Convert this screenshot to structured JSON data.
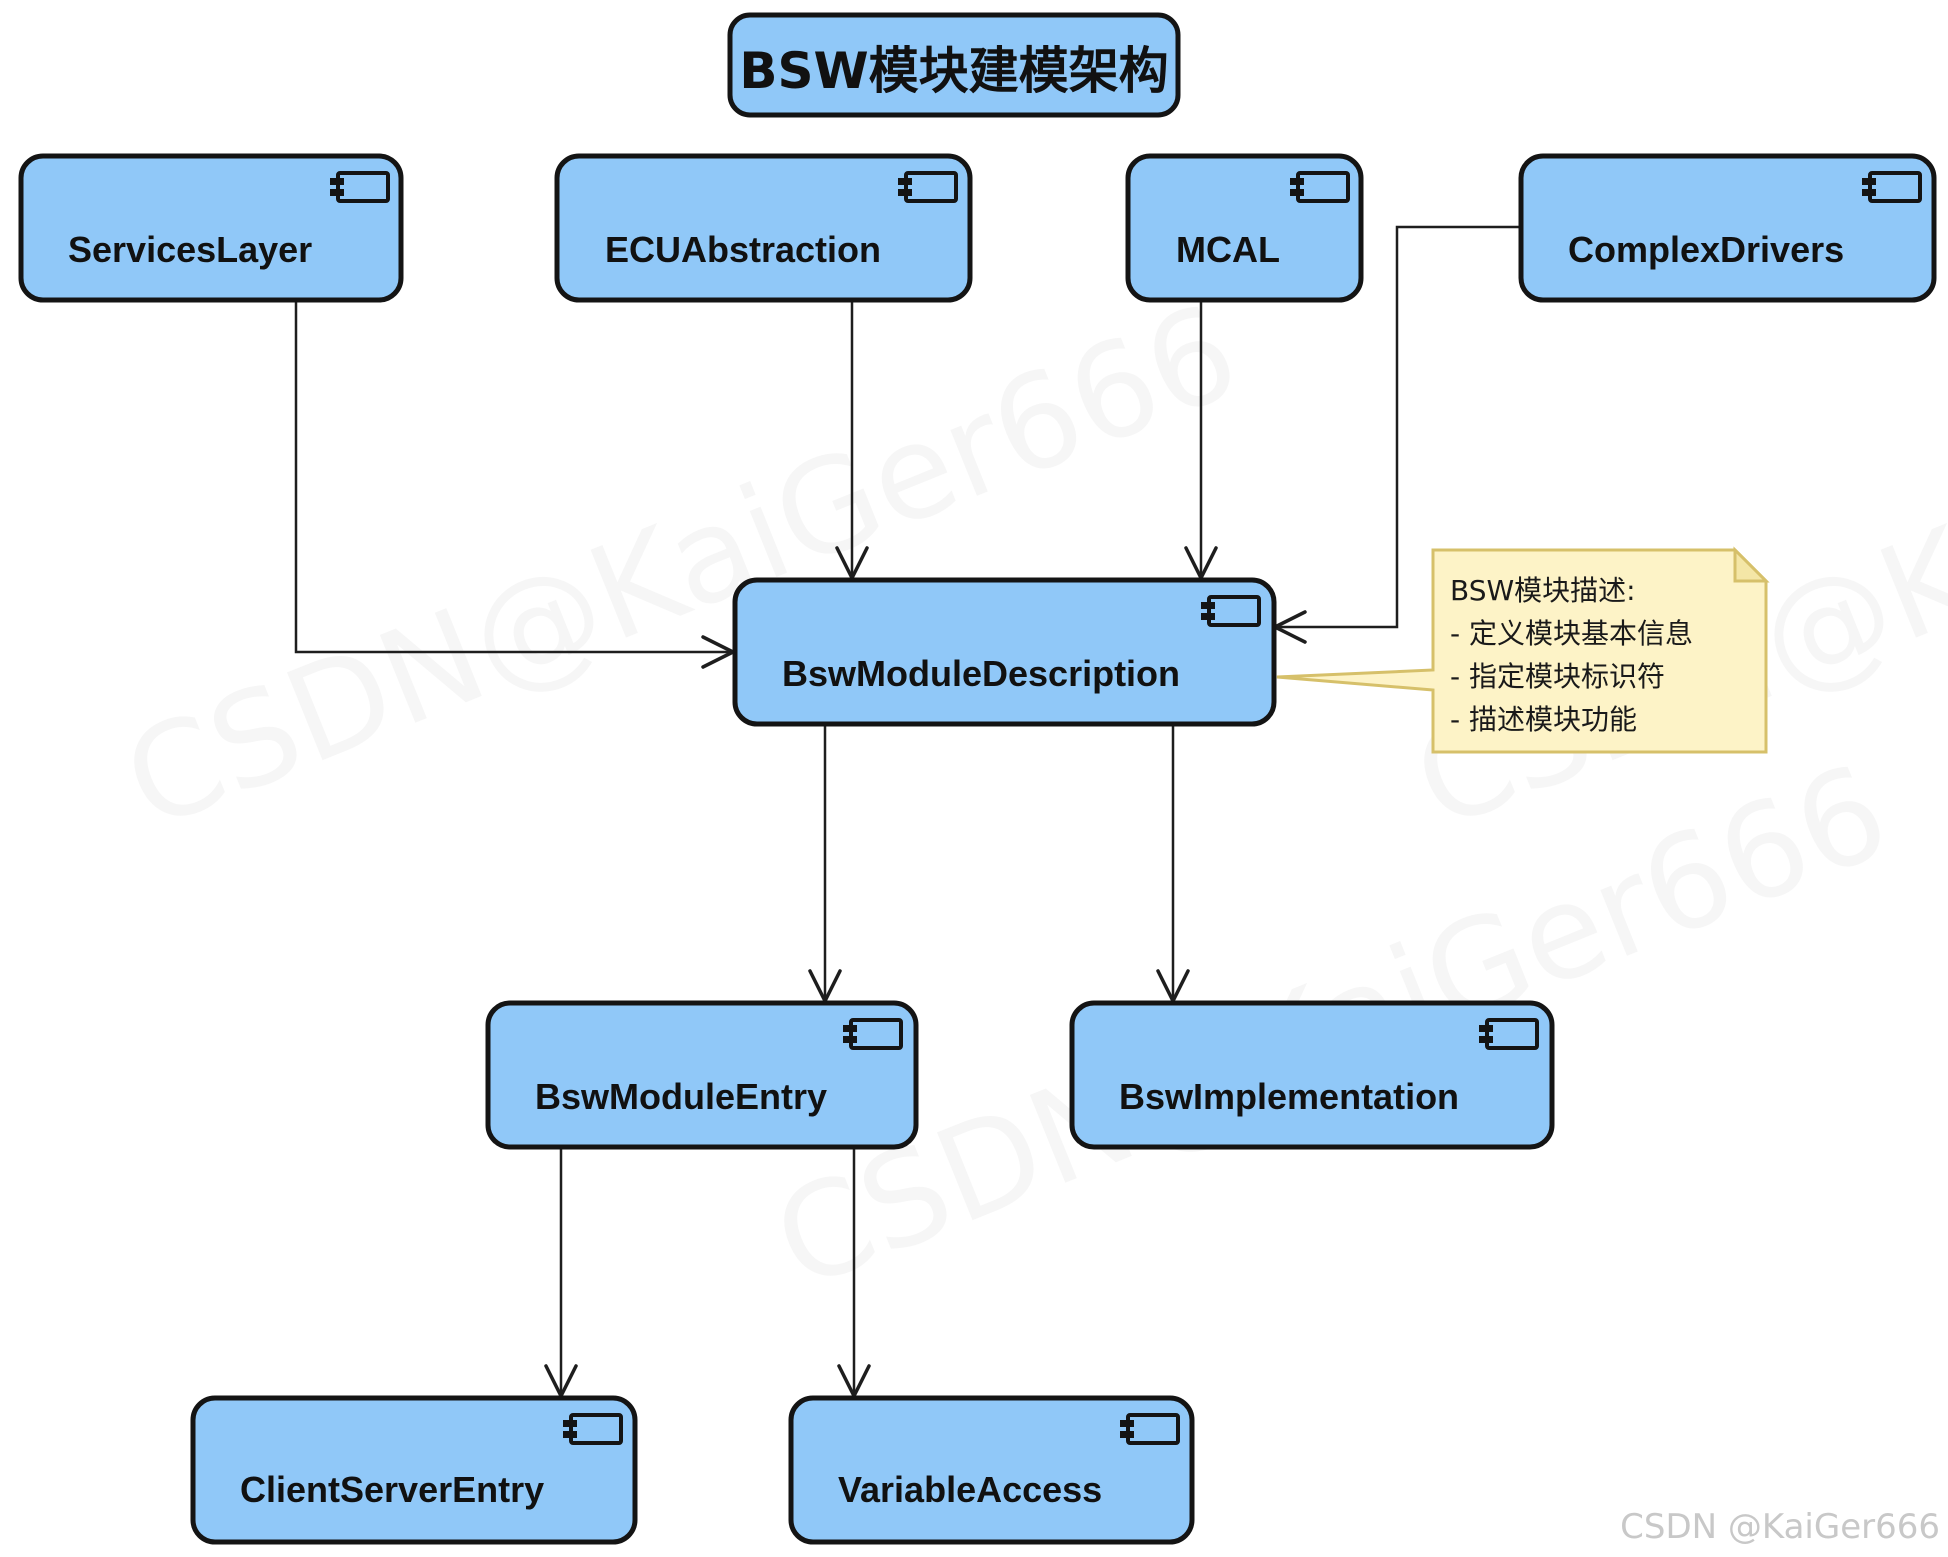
{
  "title": "BSW模块建模架构",
  "nodes": {
    "services_layer": "ServicesLayer",
    "ecu_abstraction": "ECUAbstraction",
    "mcal": "MCAL",
    "complex_drivers": "ComplexDrivers",
    "bsw_module_description": "BswModuleDescription",
    "bsw_module_entry": "BswModuleEntry",
    "bsw_implementation": "BswImplementation",
    "client_server_entry": "ClientServerEntry",
    "variable_access": "VariableAccess"
  },
  "note": {
    "lines": [
      "BSW模块描述:",
      "- 定义模块基本信息",
      "- 指定模块标识符",
      "- 描述模块功能"
    ]
  },
  "icons": {
    "component": "component-icon"
  },
  "colors": {
    "node_fill": "#90c8f8",
    "node_stroke": "#141414",
    "note_fill": "#fdf3c7",
    "note_stroke": "#d6c06a"
  },
  "watermarks": {
    "diagonal": "CSDN@KaiGer666",
    "footer": "CSDN @KaiGer666"
  }
}
